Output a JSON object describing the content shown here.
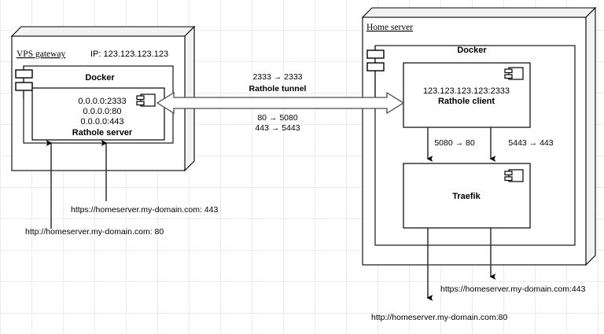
{
  "diagram": {
    "title": "Rathole tunnel network diagram",
    "background": {
      "color": "#ffffff",
      "grid_color": "#ebebeb",
      "grid_size": 40
    },
    "stroke_color": "#000000",
    "connector_color": "#3a3a3a"
  },
  "vps": {
    "label": "VPS gateway",
    "ip_label": "IP: 123.123.123.123",
    "docker_label": "Docker",
    "rathole": {
      "line1": "0.0.0.0:2333",
      "line2": "0.0.0.0:80",
      "line3": "0.0.0.0:443",
      "name": "Rathole server",
      "icon": "uml-component-icon"
    },
    "ports_icon": "docker-port-stack-icon"
  },
  "home": {
    "label": "Home server",
    "docker_label": "Docker",
    "client": {
      "address": "123.123.123.123:2333",
      "name": "Rathole client",
      "icon": "uml-component-icon"
    },
    "traefik": {
      "name": "Traefik",
      "icon": "uml-component-icon"
    },
    "ports_icon": "docker-port-stack-icon"
  },
  "tunnel": {
    "top_ports": "2333 → 2333",
    "name": "Rathole tunnel",
    "bottom_ports_1": "80 → 5080",
    "bottom_ports_2": "443 → 5443",
    "arrow": "bidirectional-block-arrow"
  },
  "internal_mappings": {
    "http": "5080 → 80",
    "https": "5443 → 443"
  },
  "vps_endpoints": {
    "https": "https://homeserver.my-domain.com: 443",
    "http": "http://homeserver.my-domain.com: 80"
  },
  "home_endpoints": {
    "https": "https://homeserver.my-domain.com:443",
    "http": "http://homeserver.my-domain.com:80"
  }
}
